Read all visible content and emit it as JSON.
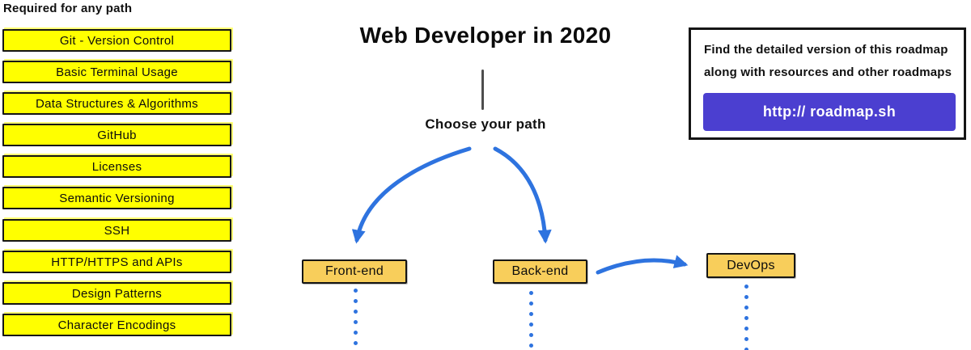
{
  "palette": {
    "yellow": "#ffff00",
    "amber": "#f8ce5b",
    "blue": "#2e73df",
    "purple": "#4b3fd0"
  },
  "left_panel": {
    "heading": "Required for any path",
    "items": [
      "Git - Version Control",
      "Basic Terminal Usage",
      "Data Structures & Algorithms",
      "GitHub",
      "Licenses",
      "Semantic Versioning",
      "SSH",
      "HTTP/HTTPS and APIs",
      "Design Patterns",
      "Character Encodings"
    ]
  },
  "center": {
    "title": "Web Developer in 2020",
    "choose_label": "Choose your path",
    "paths": [
      {
        "label": "Front-end"
      },
      {
        "label": "Back-end"
      },
      {
        "label": "DevOps"
      }
    ]
  },
  "info_box": {
    "line1": "Find the detailed version of this roadmap",
    "line2": "along with resources and other roadmaps",
    "button_label": "http:// roadmap.sh"
  }
}
